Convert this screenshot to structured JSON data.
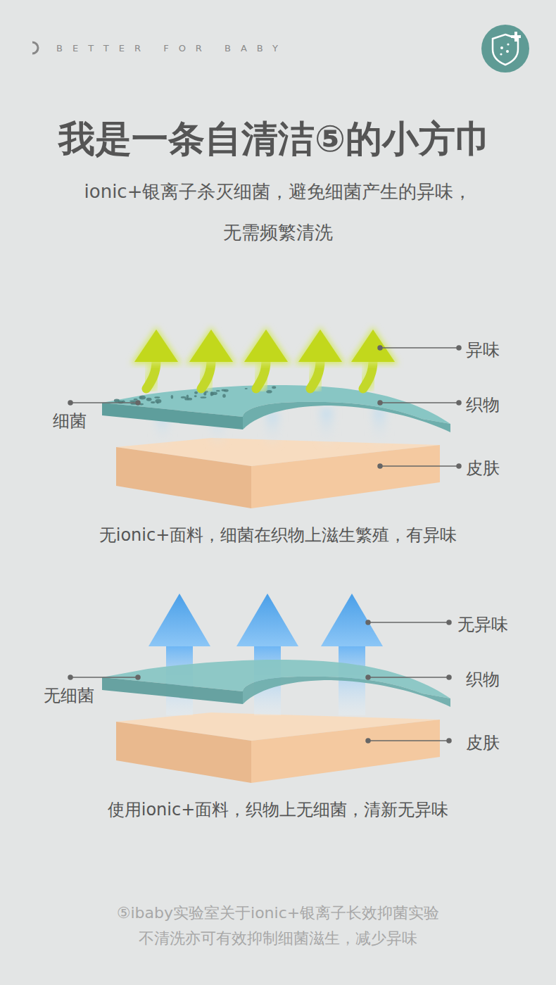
{
  "diagram": {
    "title": "我是一条自清洁⑤的小方巾",
    "labels": [
      "BETTER FOR BABY",
      "ionic+银离子杀灭细菌，避免细菌产生的异味， 无需频繁清洗",
      "异味",
      "细菌",
      "织物",
      "皮肤",
      "无ionic+面料，细菌在织物上滋生繁殖，有异味",
      "无异味",
      "无细菌",
      "织物",
      "皮肤",
      "使用ionic+面料，织物上无细菌，清新无异味",
      "⑤ibaby实验室关于ionic+银离子长效抑菌实验 不清洗亦可有效抑制细菌滋生，减少异味"
    ]
  }
}
